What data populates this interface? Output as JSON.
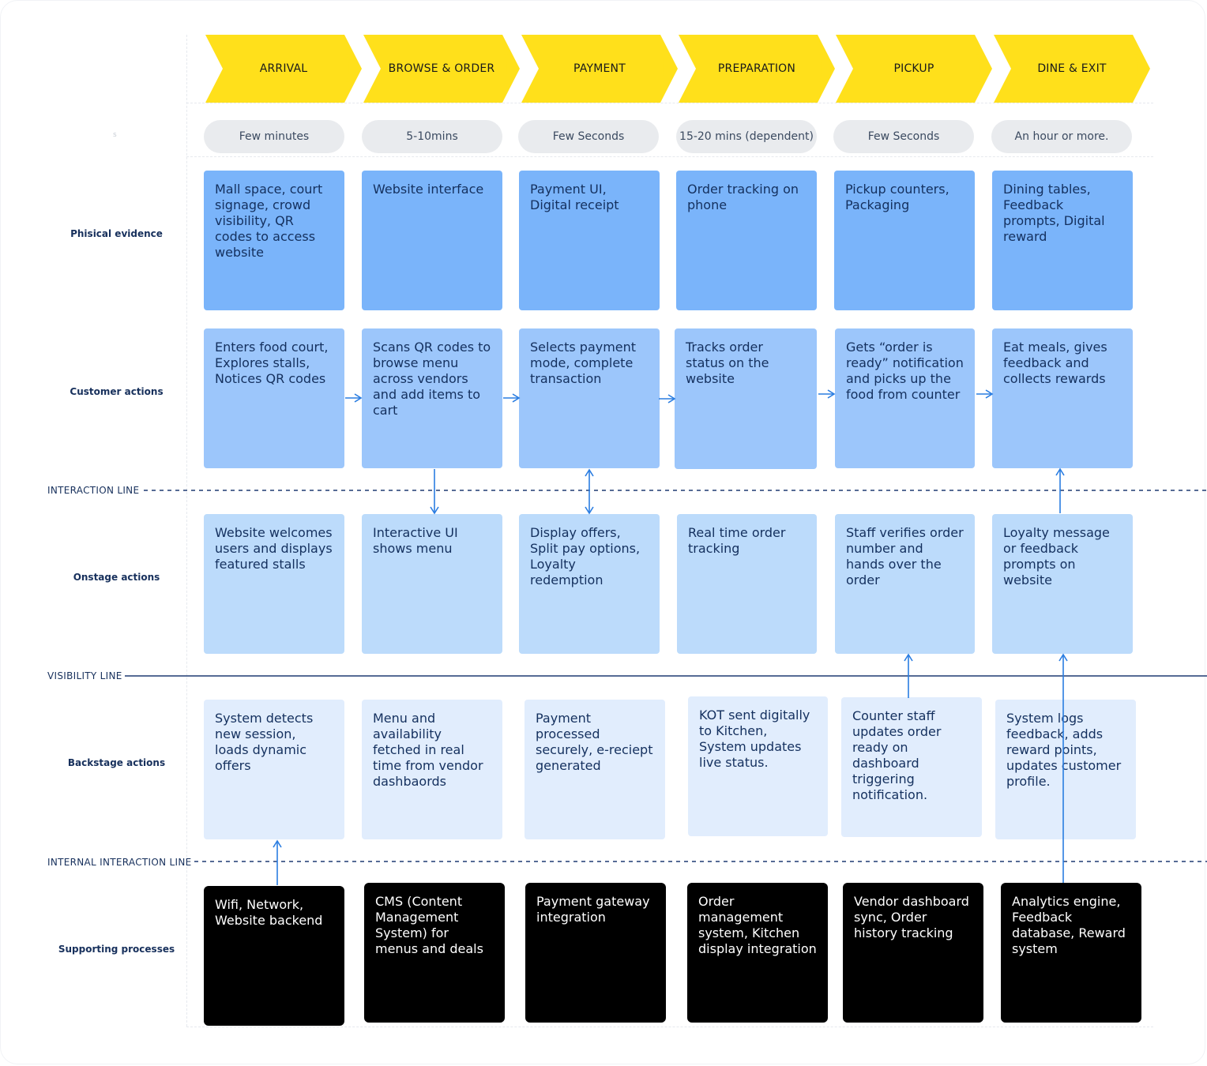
{
  "stages": [
    {
      "label": "ARRIVAL",
      "duration": "Few minutes"
    },
    {
      "label": "BROWSE & ORDER",
      "duration": "5-10mins"
    },
    {
      "label": "PAYMENT",
      "duration": "Few Seconds"
    },
    {
      "label": "PREPARATION",
      "duration": "15-20 mins (dependent)"
    },
    {
      "label": "PICKUP",
      "duration": "Few Seconds"
    },
    {
      "label": "DINE & EXIT",
      "duration": "An hour or more."
    }
  ],
  "stray_mark": "s",
  "rows": {
    "physical_evidence": {
      "label": "Phisical evidence",
      "cells": [
        "Mall space, court signage, crowd visibility, QR codes to access website",
        "Website interface",
        "Payment UI, Digital receipt",
        "Order tracking on phone",
        "Pickup counters, Packaging",
        "Dining tables, Feedback prompts, Digital reward"
      ]
    },
    "customer_actions": {
      "label": "Customer actions",
      "cells": [
        "Enters food court, Explores stalls, Notices QR codes",
        "Scans QR codes to browse menu across vendors and add items to cart",
        "Selects payment mode, complete transaction",
        "Tracks order status on the website",
        "Gets “order is ready” notification and picks up the food from counter",
        "Eat meals, gives feedback and collects rewards"
      ]
    },
    "onstage_actions": {
      "label": "Onstage actions",
      "cells": [
        "Website welcomes users and displays featured stalls",
        "Interactive UI shows menu",
        "Display offers, Split pay options, Loyalty redemption",
        "Real time order tracking",
        "Staff verifies order number and hands over the order",
        "Loyalty message or feedback prompts on website"
      ]
    },
    "backstage_actions": {
      "label": "Backstage actions",
      "cells": [
        "System detects new session, loads dynamic offers",
        "Menu and availability fetched in real time from vendor dashbaords",
        "Payment processed securely, e-reciept generated",
        "KOT sent digitally to Kitchen, System updates live status.",
        "Counter staff updates order ready on dashboard triggering notification.",
        "System logs feedback, adds reward points, updates customer profile."
      ]
    },
    "supporting_processes": {
      "label": "Supporting processes",
      "cells": [
        "Wifi, Network, Website backend",
        "CMS (Content Management System) for menus and deals",
        "Payment gateway integration",
        "Order management system, Kitchen display integration",
        "Vendor dashboard sync, Order history tracking",
        "Analytics engine, Feedback database, Reward system"
      ]
    }
  },
  "lines": {
    "interaction": "INTERACTION LINE",
    "visibility": "VISIBILITY LINE",
    "internal_interaction": "INTERNAL INTERACTION LINE"
  },
  "colors": {
    "stage_yellow": "#ffe01b",
    "physical": "#7ab4fa",
    "customer": "#9cc6fb",
    "onstage": "#bcdbfb",
    "backstage": "#e1edfd",
    "support": "#000000",
    "line": "#1f3a72",
    "arrow": "#2a7de1"
  }
}
